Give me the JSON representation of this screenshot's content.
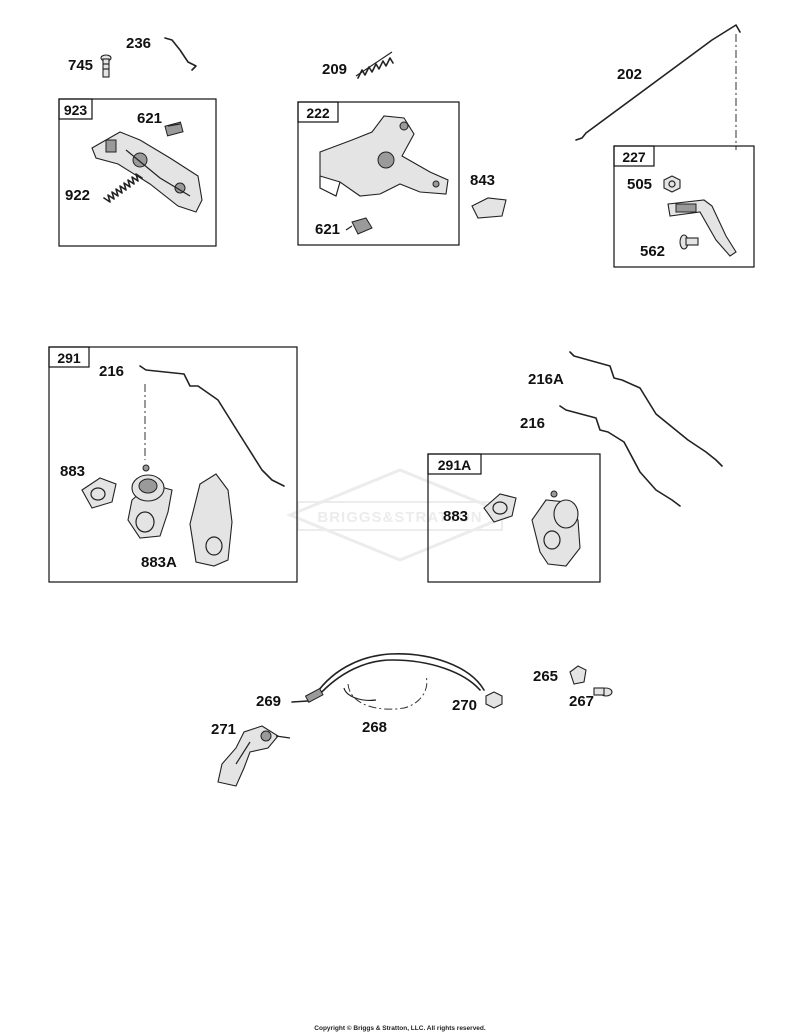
{
  "watermark": {
    "text": "BRIGGS&STRATTON"
  },
  "copyright": "Copyright © Briggs & Stratton, LLC. All rights reserved.",
  "boxes": {
    "b923": "923",
    "b222": "222",
    "b227": "227",
    "b291": "291",
    "b291a": "291A"
  },
  "callouts": {
    "c745": "745",
    "c236": "236",
    "c621a": "621",
    "c922": "922",
    "c209": "209",
    "c621b": "621",
    "c843": "843",
    "c202": "202",
    "c505": "505",
    "c562": "562",
    "c216a": "216",
    "c883a": "883",
    "c883A": "883A",
    "c216A": "216A",
    "c216b": "216",
    "c883b": "883",
    "c269": "269",
    "c271": "271",
    "c268": "268",
    "c270": "270",
    "c265": "265",
    "c267": "267"
  }
}
